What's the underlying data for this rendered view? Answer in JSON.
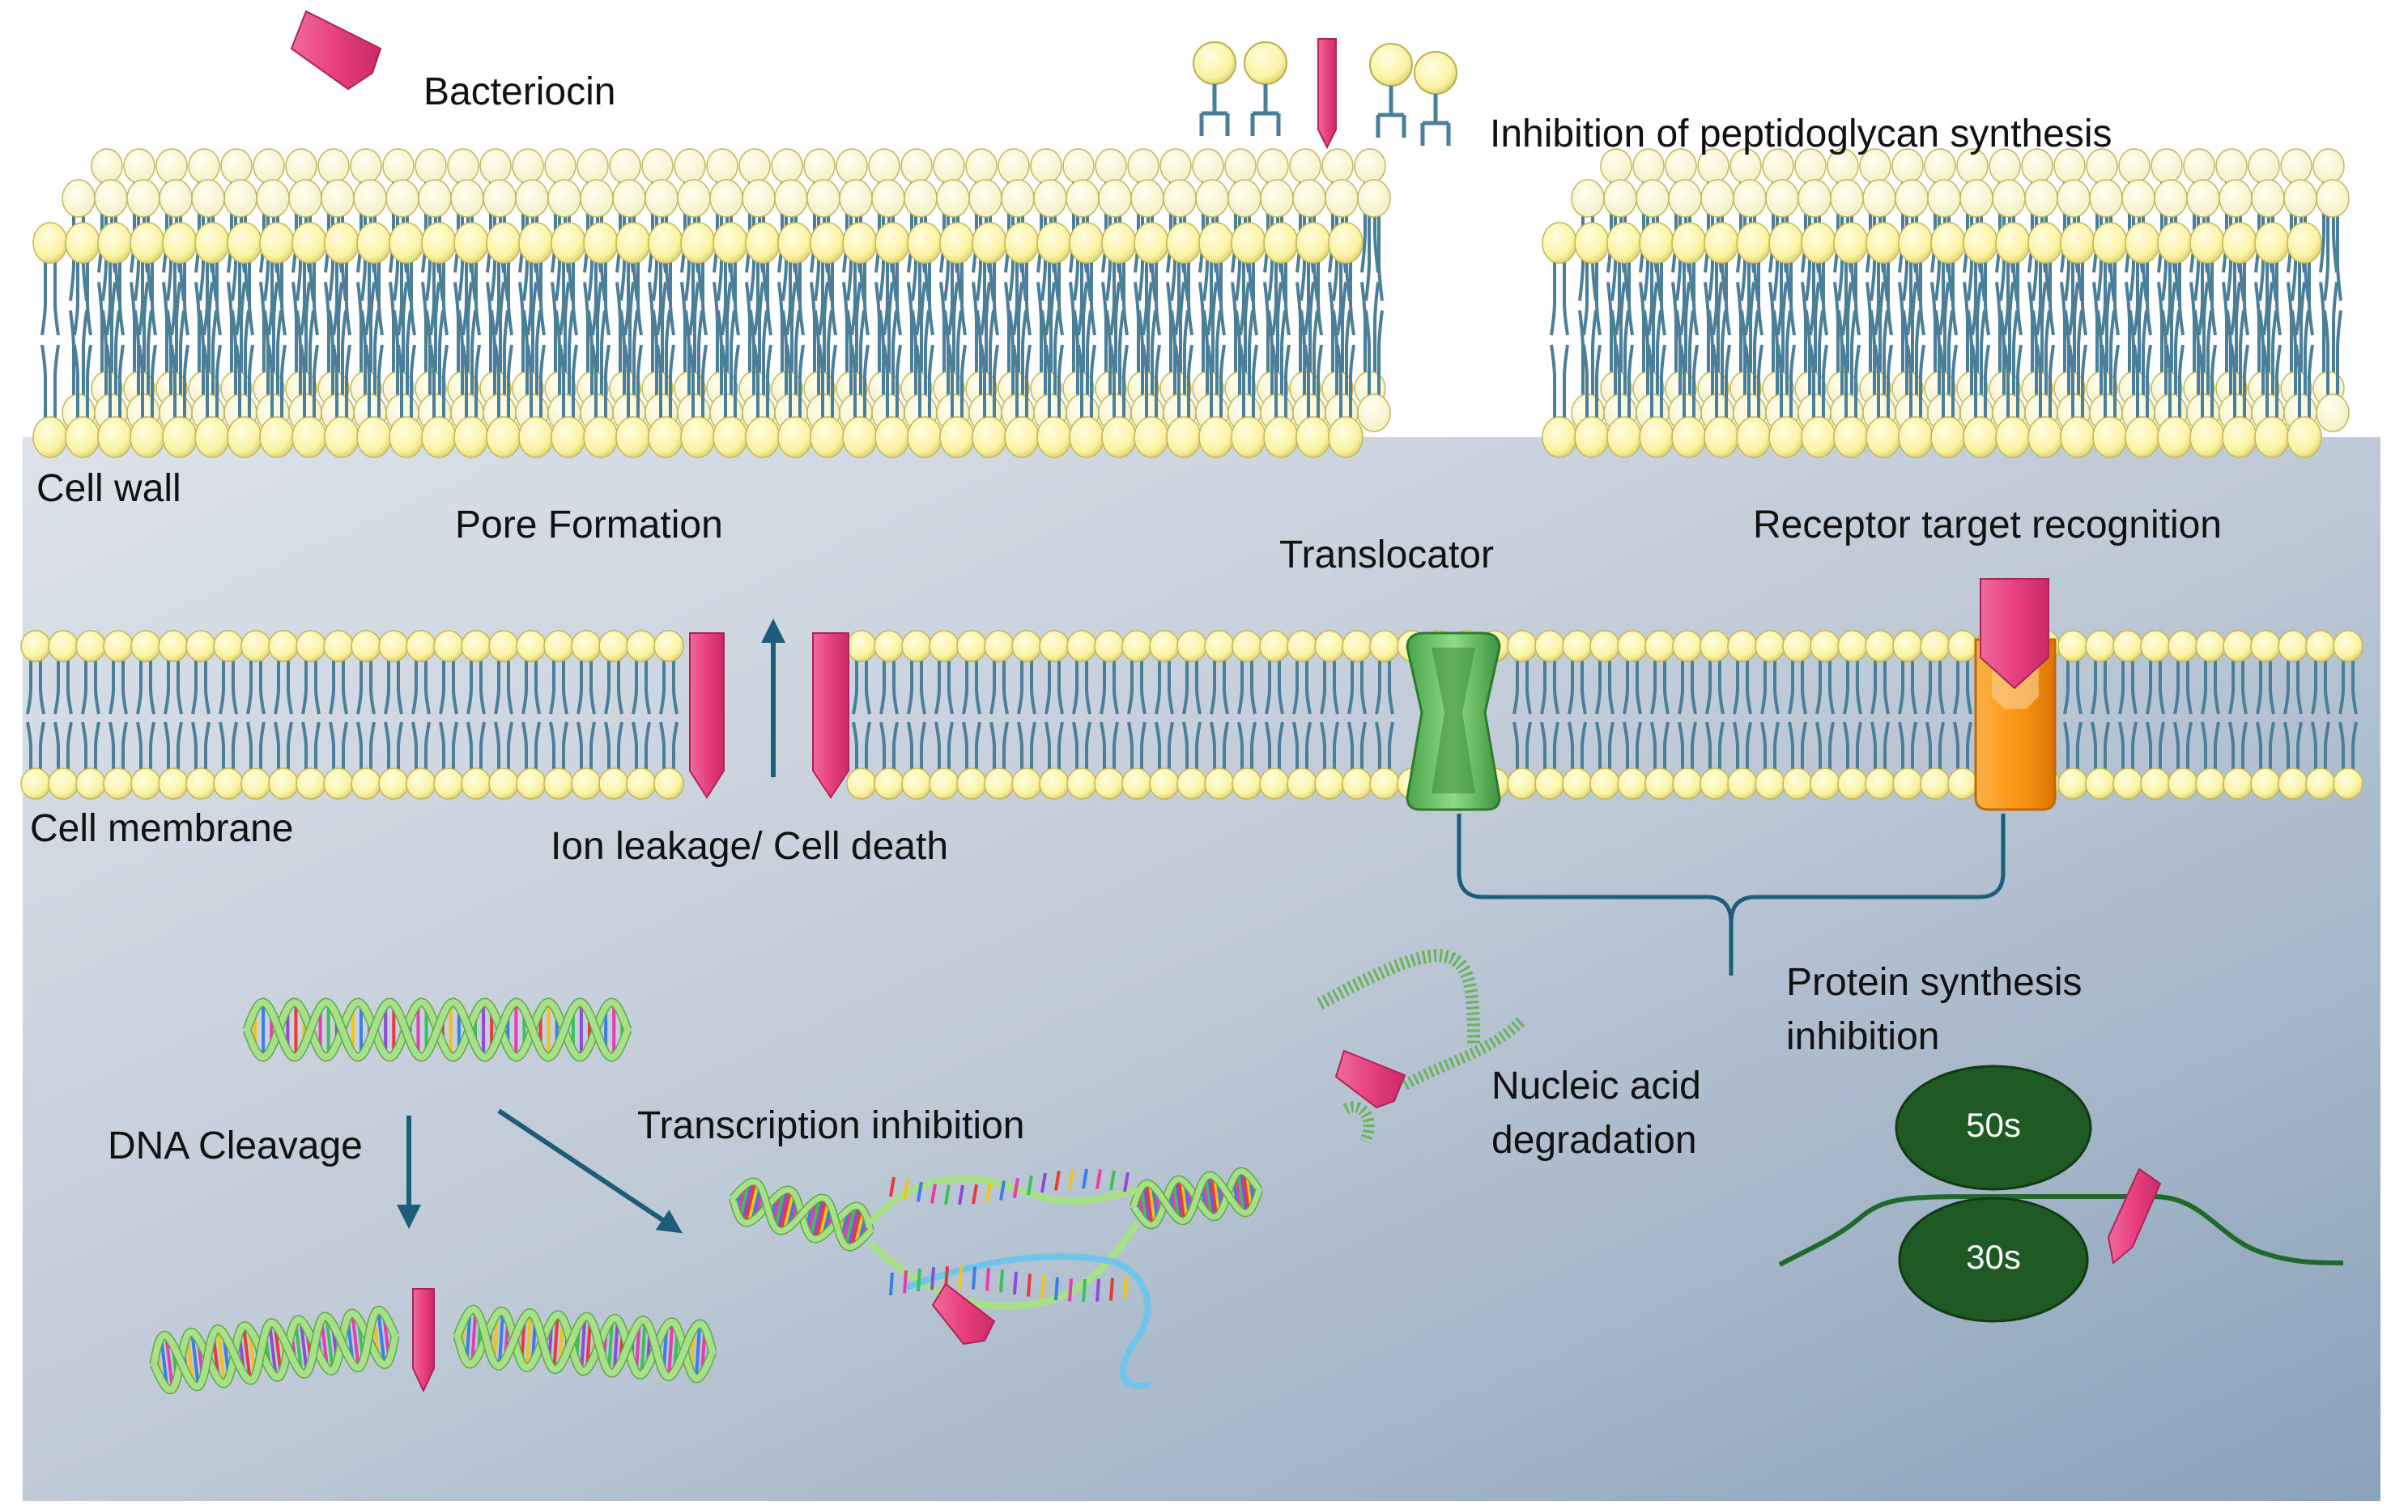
{
  "labels": {
    "bacteriocin": "Bacteriocin",
    "peptidoglycan": "Inhibition of peptidoglycan synthesis",
    "cell_wall": "Cell wall",
    "pore_formation": "Pore Formation",
    "translocator": "Translocator",
    "receptor": "Receptor target recognition",
    "cell_membrane": "Cell membrane",
    "ion_leakage": "Ion leakage/ Cell death",
    "protein_line1": "Protein synthesis",
    "protein_line2": "inhibition",
    "nucleic_line1": "Nucleic acid",
    "nucleic_line2": "degradation",
    "dna_cleavage": "DNA Cleavage",
    "transcription": "Transcription inhibition",
    "ribosome_large": "50s",
    "ribosome_small": "30s"
  },
  "colors": {
    "bacteriocin": "#e8407f",
    "lipid_head": "#fbf4a8",
    "lipid_tail": "#4a7e99",
    "cell_interior_top": "#d9dee6",
    "cell_interior_bottom": "#8fa7be",
    "translocator": "#6cc46a",
    "receptor": "#f8920f",
    "ribosome": "#1f5a24",
    "arrow": "#1e5d7a",
    "dna_backbone": "#8fce6e"
  }
}
